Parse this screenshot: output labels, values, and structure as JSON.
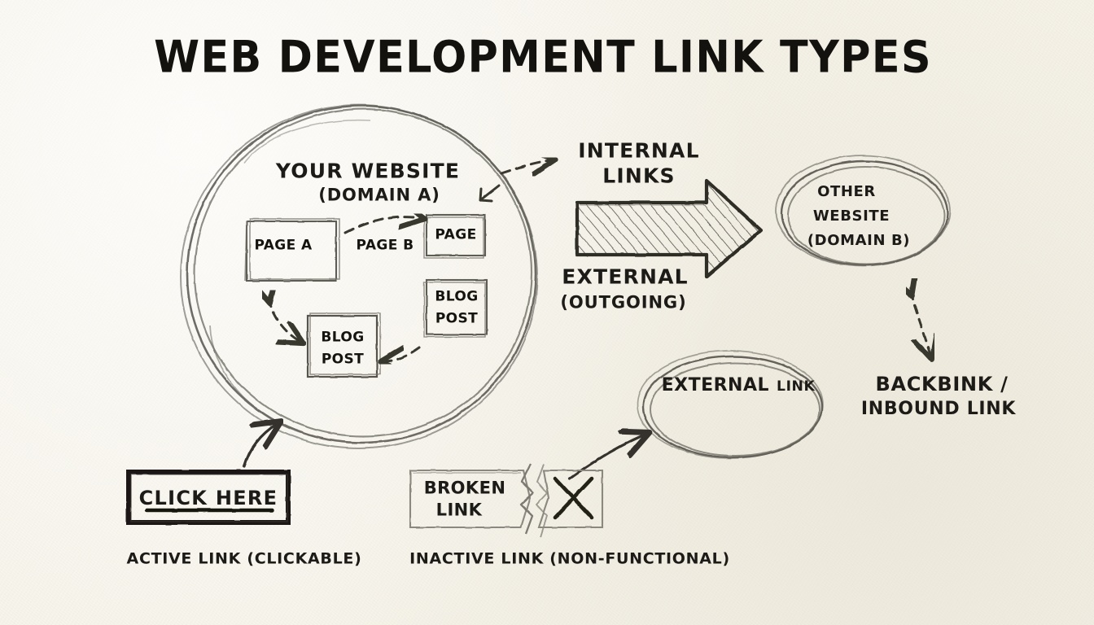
{
  "meta": {
    "style": "hand-drawn pencil sketch on textured paper",
    "bg_color": "#f6f3ea",
    "ink_color": "#3a3833",
    "dark_ink_color": "#16140f"
  },
  "title": "WEB DEVELOPMENT LINK TYPES",
  "site_circle": {
    "heading": "YOUR WEBSITE",
    "subheading": "(DOMAIN A)",
    "boxes": [
      {
        "label": "PAGE A"
      },
      {
        "label": "PAGE"
      },
      {
        "label_line1": "BLOG",
        "label_line2": "POST"
      },
      {
        "label_line1": "BLOG",
        "label_line2": "POST"
      }
    ],
    "edge_label": "PAGE B"
  },
  "internal_links": {
    "line1": "INTERNAL",
    "line2": "LINKS"
  },
  "external_outgoing": {
    "line1": "EXTERNAL",
    "line2": "(OUTGOING)"
  },
  "other_site": {
    "line1": "OTHER",
    "line2": "WEBSITE",
    "line3": "(DOMAIN B)"
  },
  "external_link_ellipse": {
    "word_large": "EXTERNAL",
    "word_small": "LINK"
  },
  "backlink": {
    "line1": "BACKBINK /",
    "line2": "INBOUND LINK"
  },
  "active_link": {
    "box_label": "CLICK HERE",
    "caption": "ACTIVE LINK (CLICKABLE)"
  },
  "inactive_link": {
    "box_line1": "BROKEN",
    "box_line2": "LINK",
    "mark": "x-mark-icon",
    "caption": "INACTIVE LINK (NON-FUNCTIONAL)"
  },
  "icons": {
    "big_arrow": "hatched-right-arrow-icon",
    "x_mark": "x-cross-icon",
    "dashed_arrow": "dashed-arrow-icon",
    "solid_arrow": "solid-curved-arrow-icon"
  }
}
